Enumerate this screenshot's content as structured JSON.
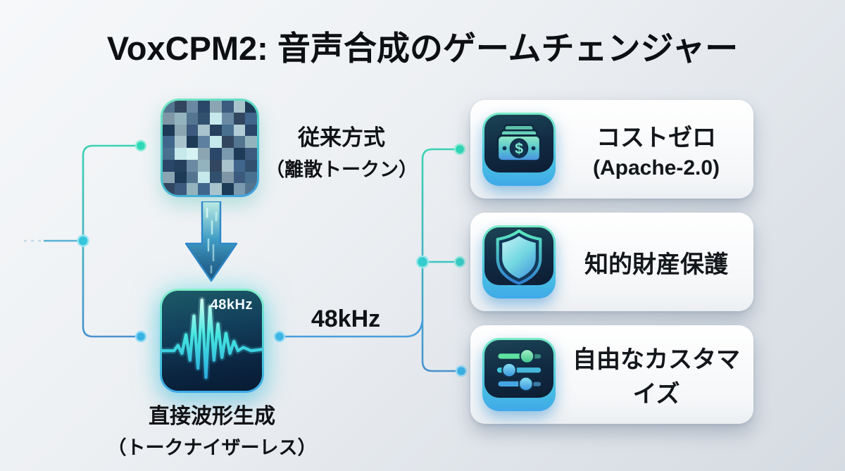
{
  "title": "VoxCPM2: 音声合成のゲームチェンジャー",
  "left_flow": {
    "legacy": {
      "line1": "従来方式",
      "line2": "（離散トークン）",
      "icon": "pixelated-tokens"
    },
    "direct": {
      "badge": "48kHz",
      "line1": "直接波形生成",
      "line2": "（トークナイザーレス）",
      "icon": "waveform"
    },
    "connection_label": "48kHz"
  },
  "benefits": [
    {
      "icon": "money-bill",
      "line1": "コストゼロ",
      "line2": "(Apache-2.0)"
    },
    {
      "icon": "shield",
      "line1": "知的財産保護",
      "line2": ""
    },
    {
      "icon": "sliders",
      "line1": "自由なカスタマイズ",
      "line2": ""
    }
  ],
  "colors": {
    "accent_teal": "#3fd6b4",
    "accent_blue": "#3fa9e8",
    "wire_blue": "#4a90cf",
    "icon_box_navy": "#0c1d33",
    "wave_cyan": "#33d4e8",
    "text": "#101215",
    "card_bg": "#ffffff"
  },
  "mosaic_grid": [
    "#54758f",
    "#32475f",
    "#6a8aa4",
    "#2a4668",
    "#8ba6b2",
    "#3c5a7d",
    "#a9c3cd",
    "#1d3a56",
    "#7f96a6",
    "#93b4be",
    "#54758f",
    "#31506e",
    "#c6e9ec",
    "#6a8aa4",
    "#32475f",
    "#41668c",
    "#1d3a56",
    "#8ba6b2",
    "#3c5a7d",
    "#a9c3cd",
    "#24405e",
    "#49708e",
    "#b3cdd6",
    "#2a4668",
    "#41668c",
    "#a9c3cd",
    "#1d3a56",
    "#5d80a0",
    "#c6e9ec",
    "#32475f",
    "#54758f",
    "#93b4be",
    "#49708e",
    "#c6e9ec",
    "#d6f2f2",
    "#8ba6b2",
    "#2a4668",
    "#7a9ab0",
    "#1d3a56",
    "#3c5a7d",
    "#2a4668",
    "#24405e",
    "#6a8aa4",
    "#93b4be",
    "#32475f",
    "#a9c3cd",
    "#41668c",
    "#31506e",
    "#8ba6b2",
    "#1d3a56",
    "#54758f",
    "#c6e9ec",
    "#31506e",
    "#7f96a6",
    "#3c5a7d",
    "#49708e",
    "#32475f",
    "#3c5a7d",
    "#93b4be",
    "#41668c",
    "#a9c3cd",
    "#1d3a56",
    "#7a9ab0",
    "#54758f"
  ]
}
